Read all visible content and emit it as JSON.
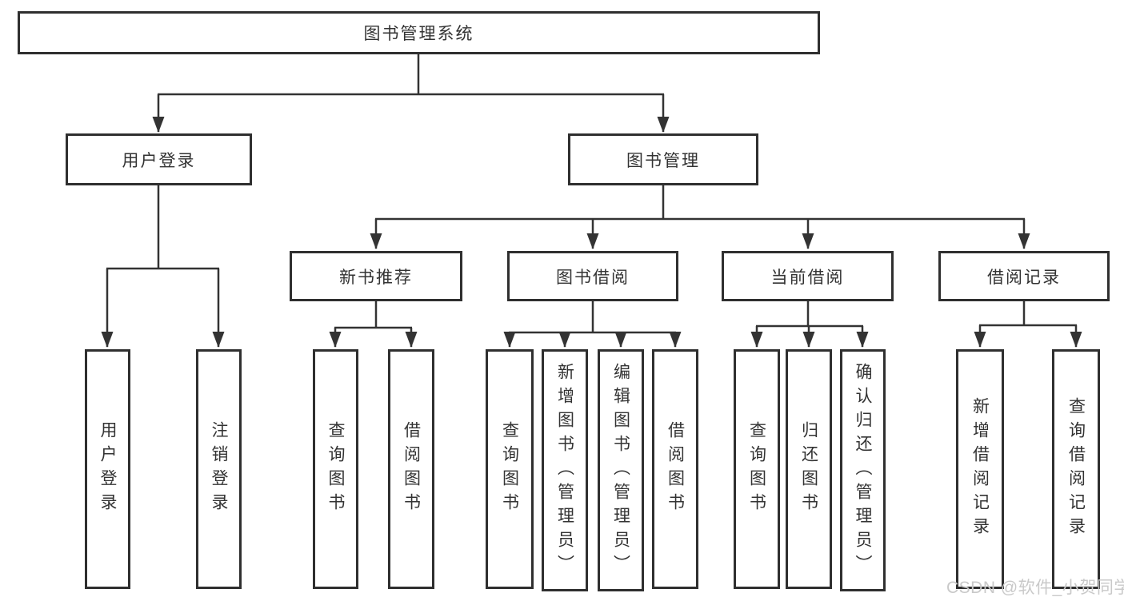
{
  "diagram": {
    "type": "hierarchy-tree",
    "watermark": "CSDN @软件_小贺同学",
    "colors": {
      "line": "#333333",
      "border": "#2f2f2f",
      "text": "#333333",
      "background": "#ffffff",
      "watermark": "#c9c9c9"
    },
    "tree": {
      "label": "图书管理系统",
      "children": [
        {
          "label": "用户登录",
          "children": [
            {
              "label": "用户登录"
            },
            {
              "label": "注销登录"
            }
          ]
        },
        {
          "label": "图书管理",
          "children": [
            {
              "label": "新书推荐",
              "children": [
                {
                  "label": "查询图书"
                },
                {
                  "label": "借阅图书"
                }
              ]
            },
            {
              "label": "图书借阅",
              "children": [
                {
                  "label": "查询图书"
                },
                {
                  "label": "新增图书（管理员）"
                },
                {
                  "label": "编辑图书（管理员）"
                },
                {
                  "label": "借阅图书"
                }
              ]
            },
            {
              "label": "当前借阅",
              "children": [
                {
                  "label": "查询图书"
                },
                {
                  "label": "归还图书"
                },
                {
                  "label": "确认归还（管理员）"
                }
              ]
            },
            {
              "label": "借阅记录",
              "children": [
                {
                  "label": "新增借阅记录"
                },
                {
                  "label": "查询借阅记录"
                }
              ]
            }
          ]
        }
      ]
    }
  }
}
